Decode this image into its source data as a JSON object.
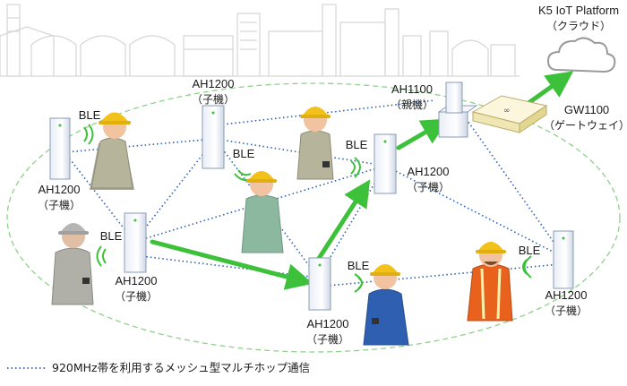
{
  "platform": {
    "name": "K5 IoT Platform",
    "sub": "（クラウド）"
  },
  "gateway": {
    "name": "GW1100",
    "sub": "（ゲートウェイ）"
  },
  "parent": {
    "name": "AH1100",
    "sub": "（親機）"
  },
  "children": [
    {
      "name": "AH1200",
      "sub": "（子機）"
    },
    {
      "name": "AH1200",
      "sub": "（子機）"
    },
    {
      "name": "AH1200",
      "sub": "（子機）"
    },
    {
      "name": "AH1200",
      "sub": "（子機）"
    },
    {
      "name": "AH1200",
      "sub": "（子機）"
    },
    {
      "name": "AH1200",
      "sub": "（子機）"
    }
  ],
  "ble": [
    "BLE",
    "BLE",
    "BLE",
    "BLE",
    "BLE",
    "BLE"
  ],
  "legend": {
    "text": "920MHz帯を利用するメッシュ型マルチホップ通信"
  },
  "colors": {
    "mesh_line": "#2f5fb0",
    "flow_arrow": "#3ec13a",
    "ellipse": "#8fd08a",
    "helmet": "#f2c21a",
    "skyline": "#d9d9d9",
    "cloud": "#9a9a9a"
  }
}
